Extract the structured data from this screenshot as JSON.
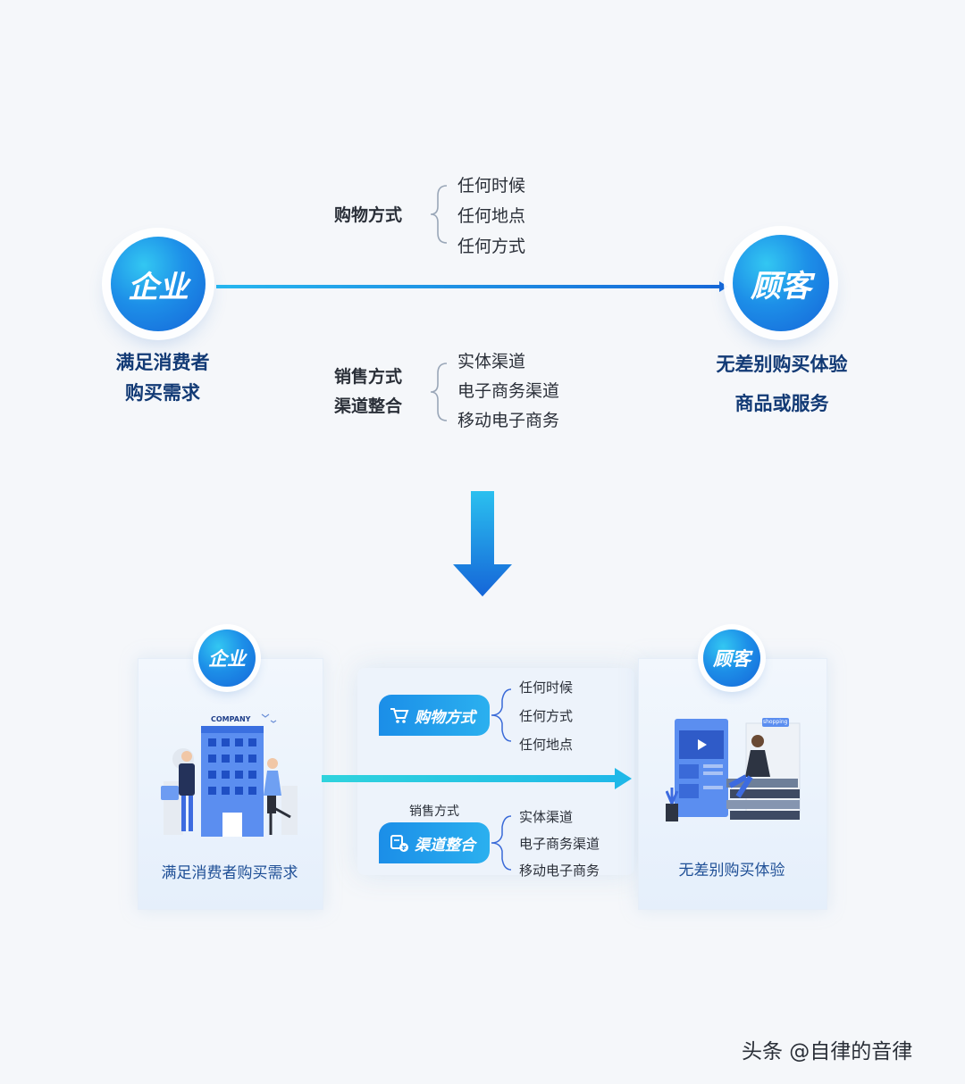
{
  "top": {
    "left_circle": "企业",
    "right_circle": "顾客",
    "left_caption": [
      "满足消费者",
      "购买需求"
    ],
    "right_caption": [
      "无差别购买体验",
      "商品或服务"
    ],
    "upper_label": "购物方式",
    "upper_items": [
      "任何时候",
      "任何地点",
      "任何方式"
    ],
    "lower_labels": [
      "销售方式",
      "渠道整合"
    ],
    "lower_items": [
      "实体渠道",
      "电子商务渠道",
      "移动电子商务"
    ]
  },
  "bottom": {
    "left_badge": "企业",
    "right_badge": "顾客",
    "company_sign": "COMPANY",
    "shopping_sign": "shopping",
    "left_caption": "满足消费者购买需求",
    "right_caption": "无差别购买体验",
    "pill1_label": "购物方式",
    "pill1_items": [
      "任何时候",
      "任何方式",
      "任何地点"
    ],
    "pill2_small_label": "销售方式",
    "pill2_label": "渠道整合",
    "pill2_items": [
      "实体渠道",
      "电子商务渠道",
      "移动电子商务"
    ]
  },
  "watermark": "头条 @自律的音律",
  "colors": {
    "accent": "#1d8fe8",
    "dark_blue": "#123a75",
    "cyan": "#2fd3dd"
  },
  "icons": [
    "cart-icon",
    "channel-icon",
    "down-arrow-icon"
  ]
}
